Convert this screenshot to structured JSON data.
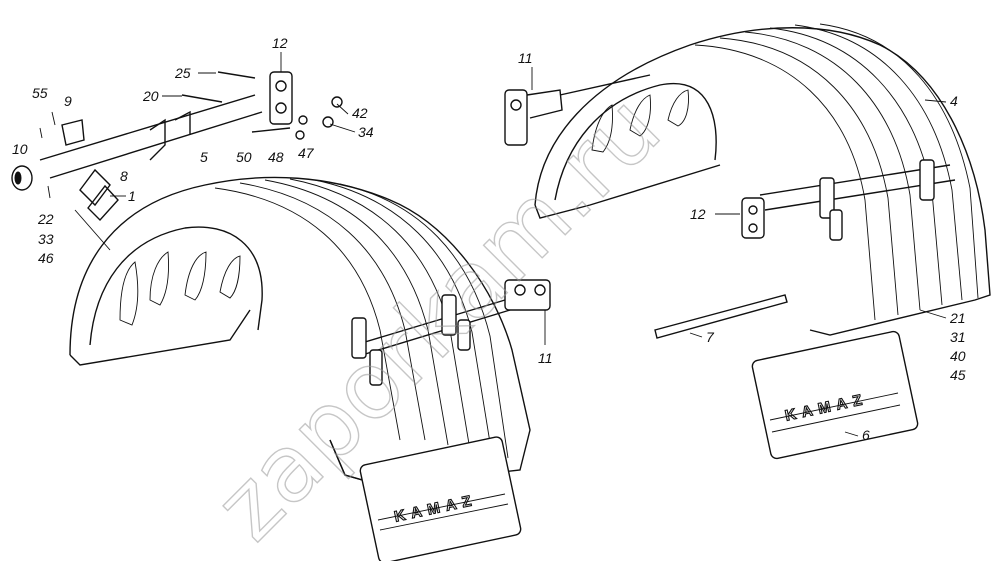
{
  "watermark": "zaporkam.ru",
  "brand_text": "KAMAZ",
  "labels": {
    "p55": "55",
    "p9": "9",
    "p10": "10",
    "p25": "25",
    "p12a": "12",
    "p20": "20",
    "p42": "42",
    "p34": "34",
    "p5": "5",
    "p50": "50",
    "p48": "48",
    "p47": "47",
    "p8": "8",
    "p1": "1",
    "p22": "22",
    "p33": "33",
    "p46": "46",
    "p11a": "11",
    "p11b": "11",
    "p12b": "12",
    "p4": "4",
    "p7": "7",
    "p21": "21",
    "p31": "31",
    "p40": "40",
    "p45": "45",
    "p6": "6"
  }
}
